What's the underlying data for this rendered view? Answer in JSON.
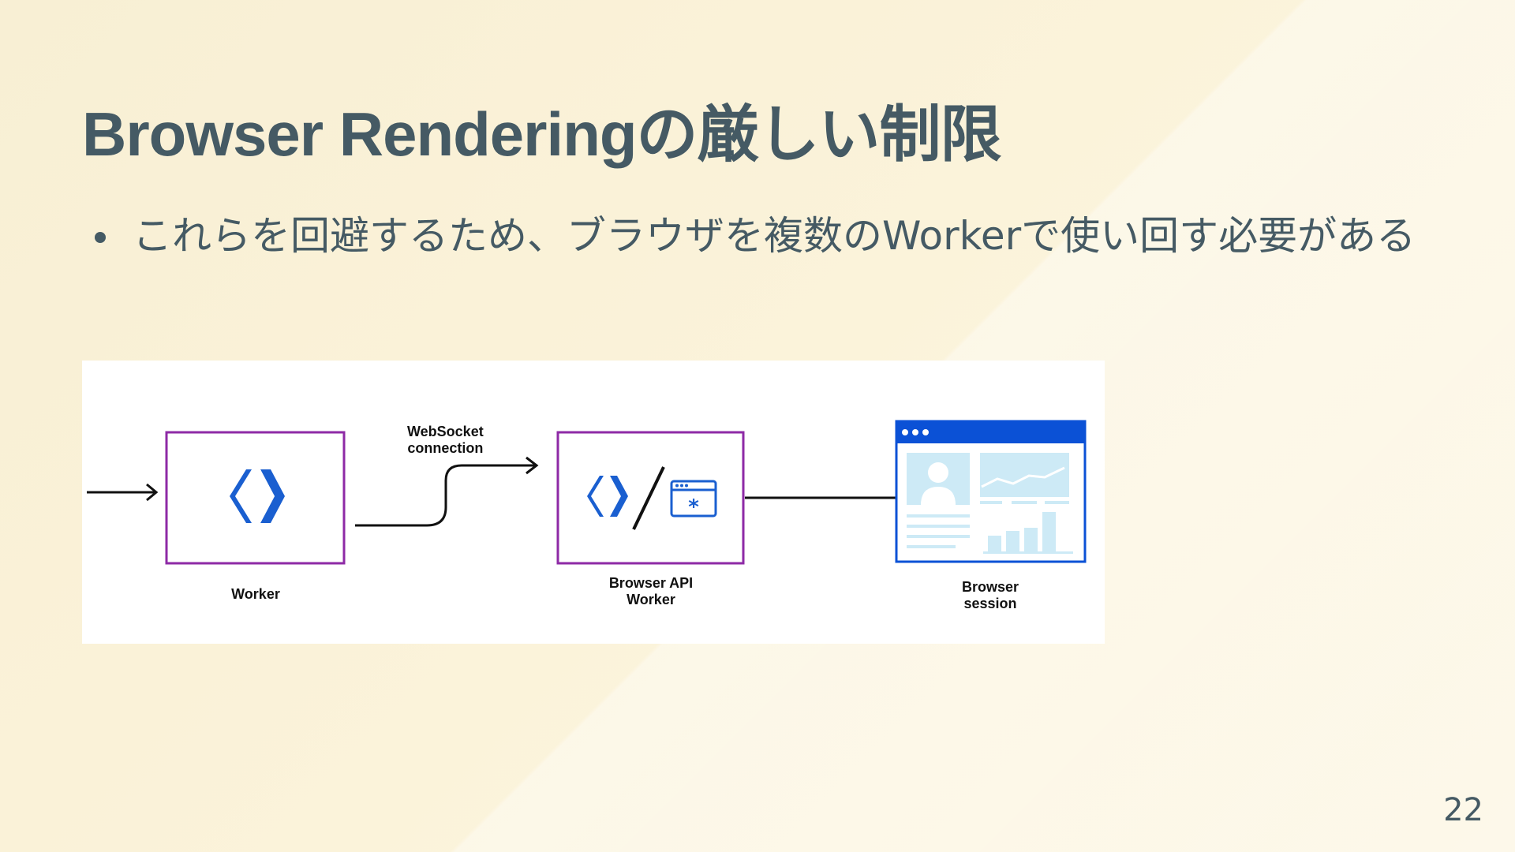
{
  "slide": {
    "title": "Browser Renderingの厳しい制限",
    "bullets": [
      "これらを回避するため、ブラウザを複数のWorkerで使い回す必要がある"
    ],
    "page_number": "22"
  },
  "diagram": {
    "nodes": {
      "worker": {
        "label": "Worker",
        "icon": "cloudflare-workers-icon"
      },
      "browser_api_worker": {
        "label_line1": "Browser API",
        "label_line2": "Worker",
        "icons": [
          "cloudflare-workers-icon",
          "browser-window-asterisk-icon"
        ]
      },
      "browser_session": {
        "label_line1": "Browser",
        "label_line2": "session",
        "icon": "browser-session-window-icon"
      }
    },
    "edge_label": {
      "line1": "WebSocket",
      "line2": "connection"
    },
    "colors": {
      "node_border": "#8e2aa6",
      "icon_blue": "#1a5fd0",
      "browser_blue": "#0b51d6",
      "light_blue": "#cdeaf6",
      "line": "#111111"
    }
  }
}
